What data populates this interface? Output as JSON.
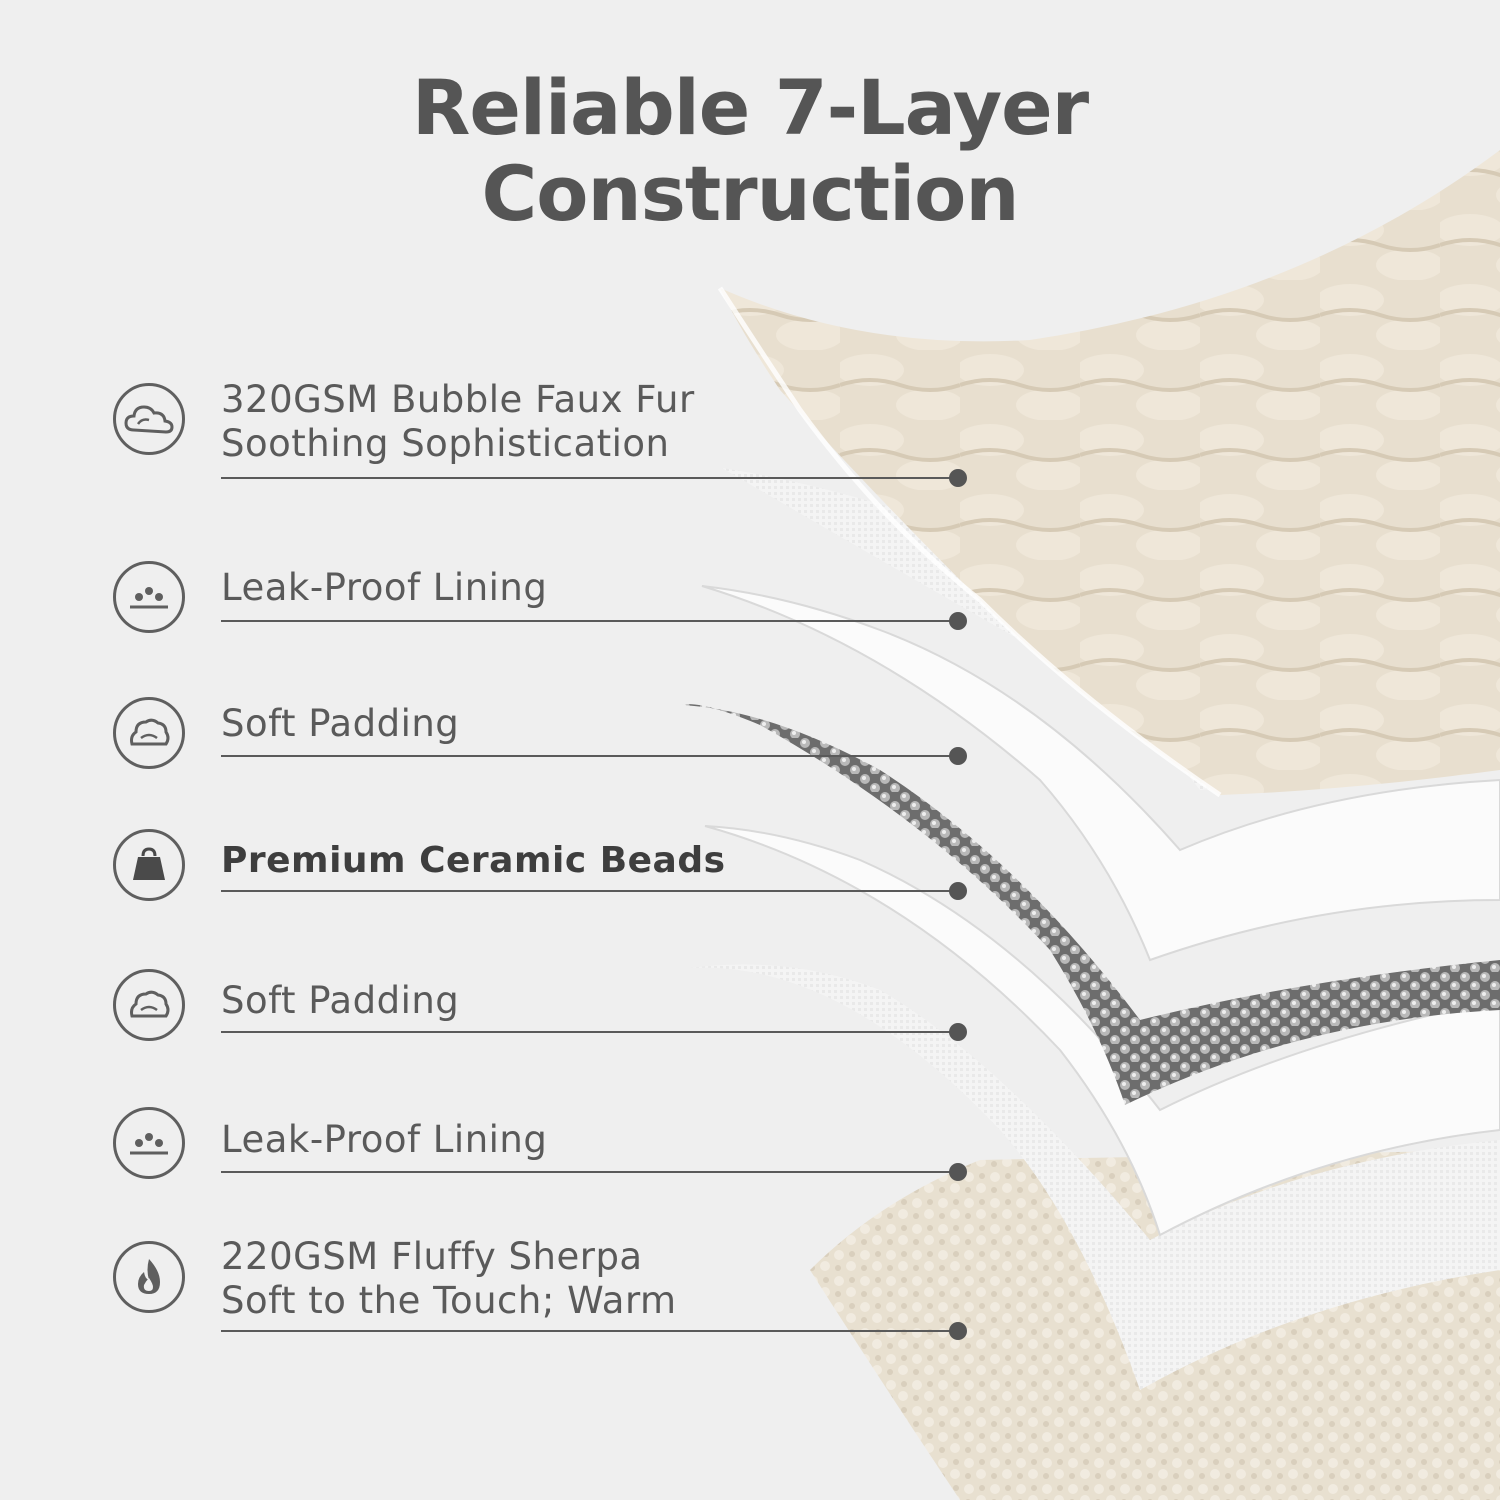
{
  "title": {
    "line1": "Reliable 7-Layer",
    "line2": "Construction"
  },
  "layers": [
    {
      "icon": "cloud-icon",
      "line1": "320GSM Bubble Faux Fur",
      "line2": "Soothing Sophistication",
      "emphasis": false
    },
    {
      "icon": "droplets-icon",
      "line1": "Leak-Proof Lining",
      "line2": "",
      "emphasis": false
    },
    {
      "icon": "padding-icon",
      "line1": "Soft Padding",
      "line2": "",
      "emphasis": false
    },
    {
      "icon": "weight-icon",
      "line1": "Premium Ceramic Beads",
      "line2": "",
      "emphasis": true
    },
    {
      "icon": "padding-icon",
      "line1": "Soft Padding",
      "line2": "",
      "emphasis": false
    },
    {
      "icon": "droplets-icon",
      "line1": "Leak-Proof Lining",
      "line2": "",
      "emphasis": false
    },
    {
      "icon": "flame-icon",
      "line1": "220GSM Fluffy Sherpa",
      "line2": "Soft to the Touch; Warm",
      "emphasis": false
    }
  ],
  "colors": {
    "background": "#efefef",
    "text": "#5a5a5a",
    "fur": "#e6dccb",
    "sherpa": "#e9e1d2",
    "lining": "#f7f7f7",
    "beads": "#9a9a9a"
  }
}
